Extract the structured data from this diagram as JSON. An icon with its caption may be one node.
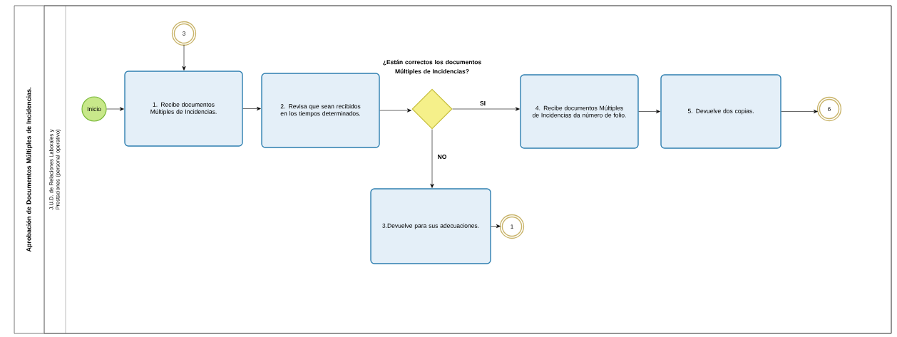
{
  "diagram": {
    "nodes": [
      {
        "text": [
          "Aprobación de Documentos Múltiples de Incidencias."
        ]
      },
      {
        "text": [
          "J.U.D. de Relaciones Laborales y Prestaciones (personal operativo)"
        ],
        "in": 0
      },
      {
        "text": [
          "3"
        ],
        "in": 1
      },
      {
        "text": [
          "Inicio"
        ],
        "in": 1
      },
      {
        "text": [
          "1. Recibe documentos Múltiples de Incidencias."
        ],
        "in": 1
      },
      {
        "text": [
          "2. Revisa que sean recibidos en los tiempos determinados."
        ],
        "in": 1
      },
      {
        "text": [
          "¿Están correctos los documentos Múltiples de Incidencias?"
        ],
        "in": 1
      },
      {
        "text": [
          "4. Recibe documentos Múltiples de Incidencias da número de folio."
        ],
        "in": 1
      },
      {
        "text": [
          "5. Devuelve dos copias."
        ],
        "in": 1
      },
      {
        "text": [
          "6"
        ],
        "in": 1
      },
      {
        "text": [
          "3.Devuelve para sus adecuaciones."
        ],
        "in": 1
      },
      {
        "text": [
          "1"
        ],
        "in": 1
      }
    ],
    "edges": [
      {
        "from": 2,
        "to": 4,
        "arrow": "to"
      },
      {
        "from": 3,
        "to": 4,
        "arrow": "to"
      },
      {
        "from": 4,
        "to": 5,
        "arrow": "to"
      },
      {
        "from": 5,
        "to": 6,
        "arrow": "to"
      },
      {
        "from": 6,
        "to": 7,
        "arrow": "to",
        "label": "SI"
      },
      {
        "from": 7,
        "to": 8,
        "arrow": "to"
      },
      {
        "from": 8,
        "to": 9,
        "arrow": "to"
      },
      {
        "from": 6,
        "to": 10,
        "arrow": "to",
        "label": "NO"
      },
      {
        "from": 10,
        "to": 11,
        "arrow": "to"
      }
    ]
  }
}
